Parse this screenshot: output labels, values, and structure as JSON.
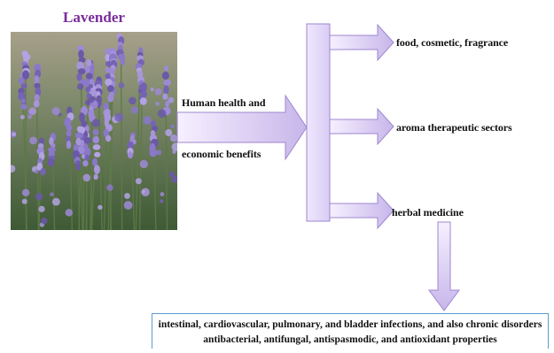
{
  "title": "Lavender",
  "image": {
    "subject": "lavender-field-photo"
  },
  "colors": {
    "arrow_fill_light": "#f6f0ff",
    "arrow_fill_dark": "#c7b6ea",
    "arrow_stroke": "#9e86cf",
    "title_color": "#7a2c9a",
    "box_border": "#5b9bd5"
  },
  "input": {
    "line1": "Human health and",
    "line2": "economic benefits"
  },
  "outputs": [
    {
      "label": "food, cosmetic, fragrance"
    },
    {
      "label": "aroma therapeutic  sectors"
    },
    {
      "label": "herbal  medicine"
    }
  ],
  "outcome": {
    "line1": "intestinal, cardiovascular, pulmonary, and bladder infections, and also chronic disorders",
    "line2": "antibacterial, antifungal, antispasmodic, and antioxidant properties"
  }
}
